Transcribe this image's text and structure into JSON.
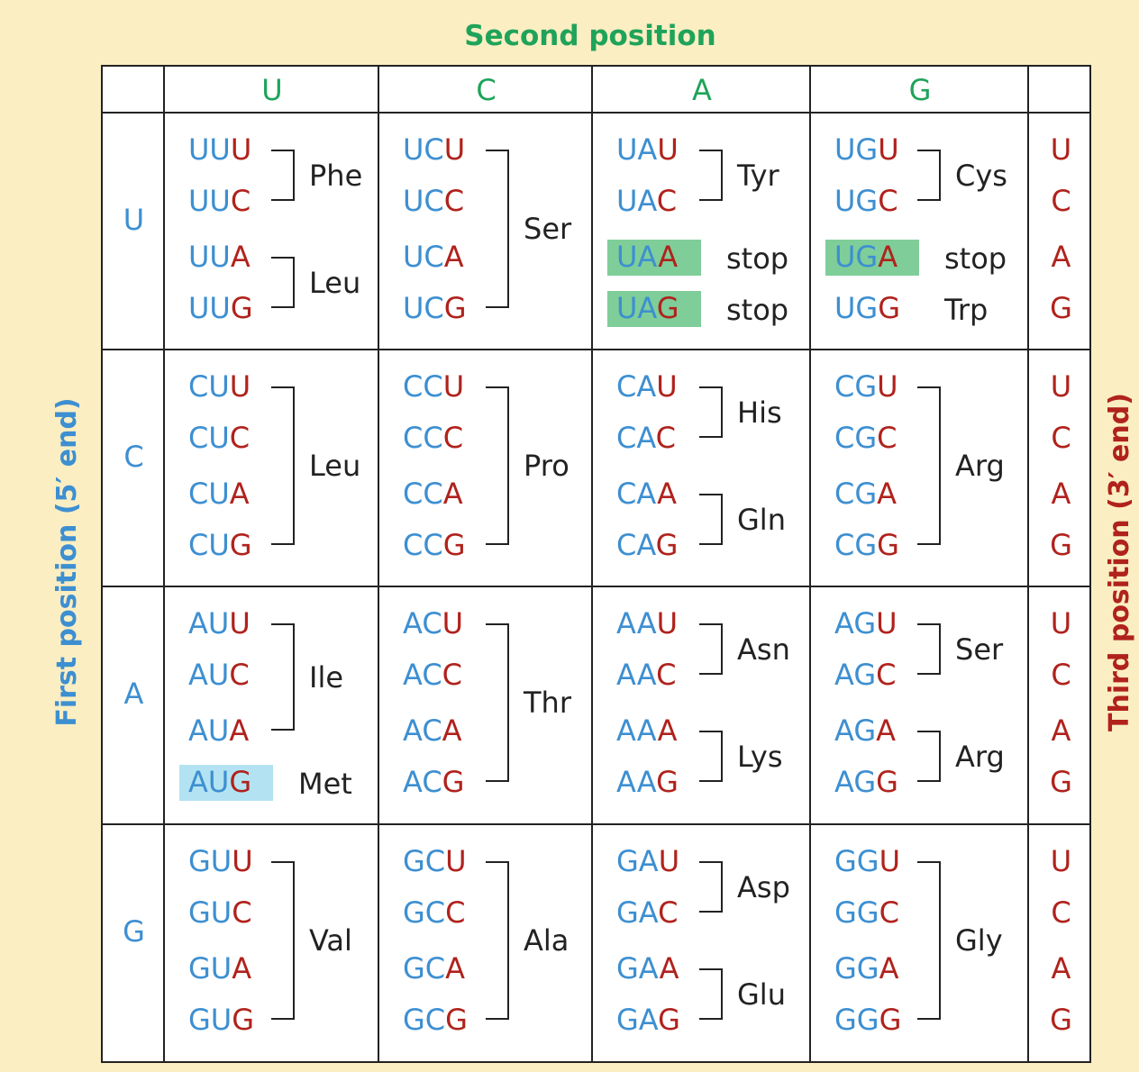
{
  "titles": {
    "second": "Second position",
    "first": "First position (5′ end)",
    "third": "Third position (3′ end)"
  },
  "second_bases": [
    "U",
    "C",
    "A",
    "G"
  ],
  "first_bases": [
    "U",
    "C",
    "A",
    "G"
  ],
  "third_bases": [
    "U",
    "C",
    "A",
    "G"
  ],
  "colors": {
    "U": "#3d8fd1",
    "C": "#b0221c",
    "A": "#1fa35a",
    "G": "#b0221c",
    "text": "#222222",
    "stop_highlight": "#7fcd99",
    "start_highlight": "#b3e3f2",
    "background": "#fbeec2"
  },
  "base_colors": {
    "U": "#3d8fd1",
    "C": "#3d8fd1",
    "A": "#3d8fd1",
    "G": "#3d8fd1"
  },
  "blocks": [
    [
      {
        "codons": [
          "UUU",
          "UUC",
          "UUA",
          "UUG"
        ],
        "groups": [
          {
            "aa": "Phe",
            "rows": [
              0,
              1
            ]
          },
          {
            "aa": "Leu",
            "rows": [
              2,
              3
            ]
          }
        ]
      },
      {
        "codons": [
          "UCU",
          "UCC",
          "UCA",
          "UCG"
        ],
        "groups": [
          {
            "aa": "Ser",
            "rows": [
              0,
              3
            ]
          }
        ]
      },
      {
        "codons": [
          "UAU",
          "UAC",
          "UAA",
          "UAG"
        ],
        "groups": [
          {
            "aa": "Tyr",
            "rows": [
              0,
              1
            ]
          },
          {
            "aa": "stop",
            "rows": [
              2,
              2
            ],
            "highlight": "stop"
          },
          {
            "aa": "stop",
            "rows": [
              3,
              3
            ],
            "highlight": "stop"
          }
        ]
      },
      {
        "codons": [
          "UGU",
          "UGC",
          "UGA",
          "UGG"
        ],
        "groups": [
          {
            "aa": "Cys",
            "rows": [
              0,
              1
            ]
          },
          {
            "aa": "stop",
            "rows": [
              2,
              2
            ],
            "highlight": "stop"
          },
          {
            "aa": "Trp",
            "rows": [
              3,
              3
            ]
          }
        ]
      }
    ],
    [
      {
        "codons": [
          "CUU",
          "CUC",
          "CUA",
          "CUG"
        ],
        "groups": [
          {
            "aa": "Leu",
            "rows": [
              0,
              3
            ]
          }
        ]
      },
      {
        "codons": [
          "CCU",
          "CCC",
          "CCA",
          "CCG"
        ],
        "groups": [
          {
            "aa": "Pro",
            "rows": [
              0,
              3
            ]
          }
        ]
      },
      {
        "codons": [
          "CAU",
          "CAC",
          "CAA",
          "CAG"
        ],
        "groups": [
          {
            "aa": "His",
            "rows": [
              0,
              1
            ]
          },
          {
            "aa": "Gln",
            "rows": [
              2,
              3
            ]
          }
        ]
      },
      {
        "codons": [
          "CGU",
          "CGC",
          "CGA",
          "CGG"
        ],
        "groups": [
          {
            "aa": "Arg",
            "rows": [
              0,
              3
            ]
          }
        ]
      }
    ],
    [
      {
        "codons": [
          "AUU",
          "AUC",
          "AUA",
          "AUG"
        ],
        "groups": [
          {
            "aa": "Ile",
            "rows": [
              0,
              2
            ]
          },
          {
            "aa": "Met",
            "rows": [
              3,
              3
            ],
            "highlight": "start"
          }
        ]
      },
      {
        "codons": [
          "ACU",
          "ACC",
          "ACA",
          "ACG"
        ],
        "groups": [
          {
            "aa": "Thr",
            "rows": [
              0,
              3
            ]
          }
        ]
      },
      {
        "codons": [
          "AAU",
          "AAC",
          "AAA",
          "AAG"
        ],
        "groups": [
          {
            "aa": "Asn",
            "rows": [
              0,
              1
            ]
          },
          {
            "aa": "Lys",
            "rows": [
              2,
              3
            ]
          }
        ]
      },
      {
        "codons": [
          "AGU",
          "AGC",
          "AGA",
          "AGG"
        ],
        "groups": [
          {
            "aa": "Ser",
            "rows": [
              0,
              1
            ]
          },
          {
            "aa": "Arg",
            "rows": [
              2,
              3
            ]
          }
        ]
      }
    ],
    [
      {
        "codons": [
          "GUU",
          "GUC",
          "GUA",
          "GUG"
        ],
        "groups": [
          {
            "aa": "Val",
            "rows": [
              0,
              3
            ]
          }
        ]
      },
      {
        "codons": [
          "GCU",
          "GCC",
          "GCA",
          "GCG"
        ],
        "groups": [
          {
            "aa": "Ala",
            "rows": [
              0,
              3
            ]
          }
        ]
      },
      {
        "codons": [
          "GAU",
          "GAC",
          "GAA",
          "GAG"
        ],
        "groups": [
          {
            "aa": "Asp",
            "rows": [
              0,
              1
            ]
          },
          {
            "aa": "Glu",
            "rows": [
              2,
              3
            ]
          }
        ]
      },
      {
        "codons": [
          "GGU",
          "GGC",
          "GGA",
          "GGG"
        ],
        "groups": [
          {
            "aa": "Gly",
            "rows": [
              0,
              3
            ]
          }
        ]
      }
    ]
  ]
}
